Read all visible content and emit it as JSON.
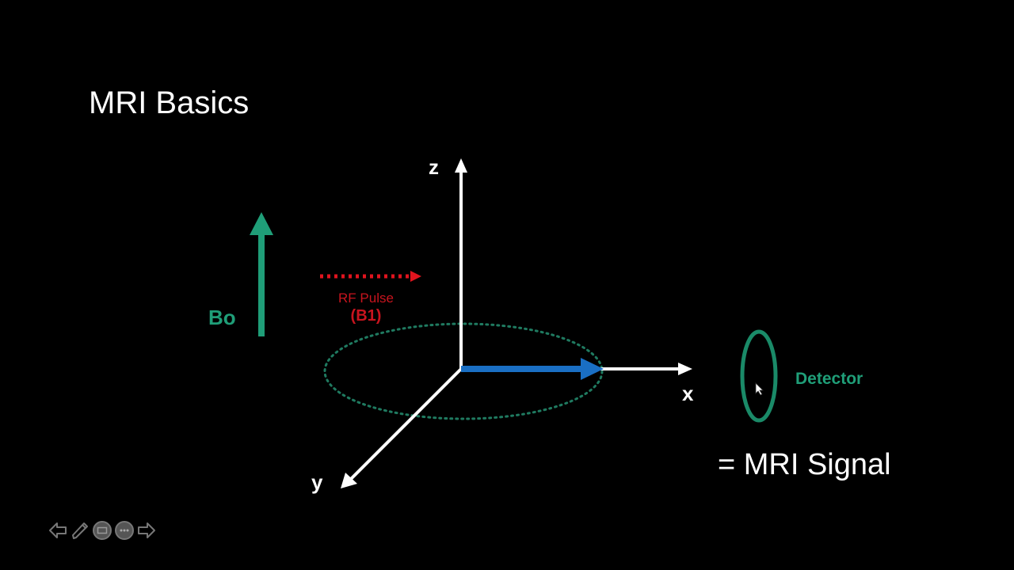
{
  "slide": {
    "title": "MRI Basics",
    "labels": {
      "z_axis": "z",
      "x_axis": "x",
      "y_axis": "y",
      "b0": "Bo",
      "rf_pulse": "RF Pulse",
      "rf_b1": "(B1)",
      "detector": "Detector",
      "signal": "= MRI Signal"
    },
    "colors": {
      "background": "#000000",
      "axes": "#ffffff",
      "b0_arrow": "#1f9e78",
      "rf_pulse": "#e0141e",
      "magnetization_vector": "#1a6fc4",
      "precession_path": "#1f7a60",
      "detector_coil": "#1a8a68"
    },
    "icons": {
      "b0_arrow": "up-arrow-icon",
      "rf_arrow": "dotted-right-arrow-icon",
      "magnetization": "vector-arrow-icon",
      "detector": "coil-ellipse-icon"
    }
  },
  "presenter_toolbar": {
    "buttons": [
      {
        "name": "previous-slide",
        "icon": "arrow-left-icon"
      },
      {
        "name": "pen-tool",
        "icon": "pen-icon"
      },
      {
        "name": "slide-overview",
        "icon": "slides-icon"
      },
      {
        "name": "more-options",
        "icon": "ellipsis-icon"
      },
      {
        "name": "next-slide",
        "icon": "arrow-right-icon"
      }
    ]
  }
}
